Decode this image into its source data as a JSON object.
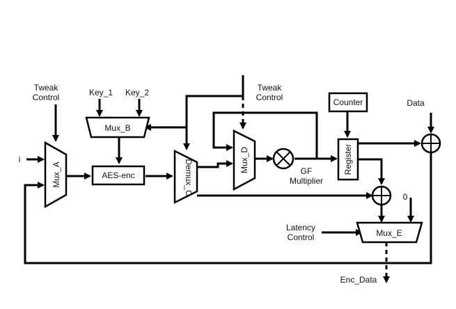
{
  "blocks": {
    "mux_a": "Mux_A",
    "mux_b": "Mux_B",
    "aes": "AES-enc",
    "demux_c": "Demux_C",
    "mux_d": "Mux_D",
    "register": "Register",
    "counter": "Counter",
    "mux_e": "Mux_E"
  },
  "labels": {
    "tweak_control_left_1": "Tweak",
    "tweak_control_left_2": "Control",
    "key_1": "Key_1",
    "key_2": "Key_2",
    "input_i": "i",
    "tweak_control_right_1": "Tweak",
    "tweak_control_right_2": "Control",
    "gf_1": "GF",
    "gf_2": "Multiplier",
    "data": "Data",
    "zero": "0",
    "latency_1": "Latency",
    "latency_2": "Control",
    "enc_data": "Enc_Data"
  }
}
